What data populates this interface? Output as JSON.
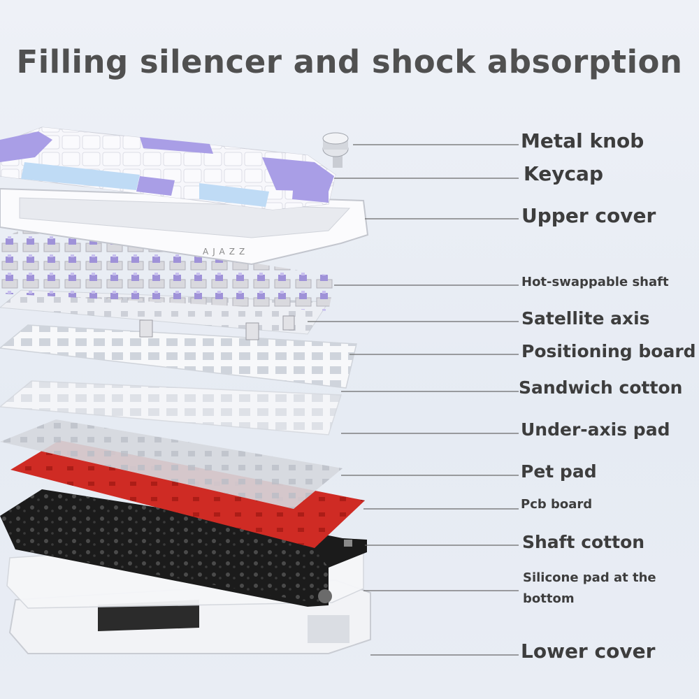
{
  "title": "Filling silencer and shock absorption",
  "brand_mark": "AJAZZ",
  "colors": {
    "keycap_purple": "#a99ee6",
    "keycap_blue": "#bfdbf5",
    "keycap_white": "#f7f7fb",
    "pet_pad": "#cf2b24",
    "pcb_board": "#1b1b1b",
    "label_text": "#3d3d3d",
    "leader_line": "#6a6a6a"
  },
  "layers": [
    {
      "id": "metal-knob",
      "label": "Metal knob"
    },
    {
      "id": "keycap",
      "label": "Keycap"
    },
    {
      "id": "upper-cover",
      "label": "Upper cover"
    },
    {
      "id": "hot-swappable-shaft",
      "label": "Hot-swappable shaft"
    },
    {
      "id": "satellite-axis",
      "label": "Satellite axis"
    },
    {
      "id": "positioning-board",
      "label": "Positioning board"
    },
    {
      "id": "sandwich-cotton",
      "label": "Sandwich cotton"
    },
    {
      "id": "under-axis-pad",
      "label": "Under-axis pad"
    },
    {
      "id": "pet-pad",
      "label": "Pet pad"
    },
    {
      "id": "pcb-board",
      "label": "Pcb board"
    },
    {
      "id": "shaft-cotton",
      "label": "Shaft cotton"
    },
    {
      "id": "silicone-pad-at-the-bottom",
      "label": "Silicone pad at the bottom"
    },
    {
      "id": "lower-cover",
      "label": "Lower cover"
    }
  ]
}
